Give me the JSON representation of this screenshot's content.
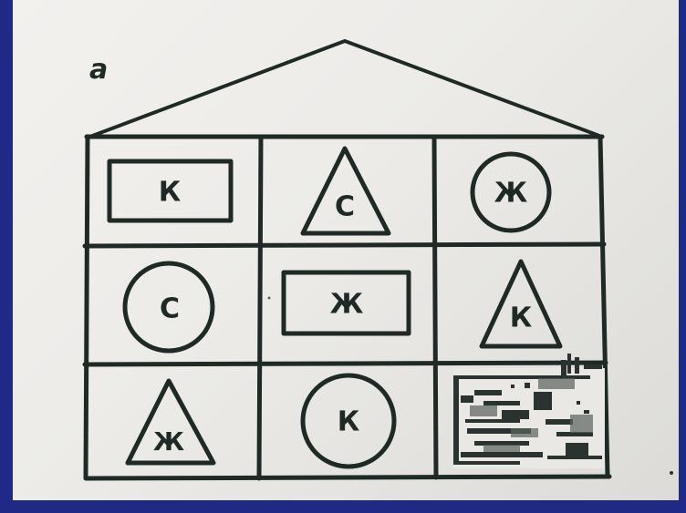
{
  "photo": {
    "corner_label": "a",
    "grid": [
      [
        {
          "shape": "rectangle",
          "letter": "К"
        },
        {
          "shape": "triangle",
          "letter": "С"
        },
        {
          "shape": "circle",
          "letter": "Ж"
        }
      ],
      [
        {
          "shape": "circle",
          "letter": "С"
        },
        {
          "shape": "rectangle",
          "letter": "Ж"
        },
        {
          "shape": "triangle",
          "letter": "К"
        }
      ],
      [
        {
          "shape": "triangle",
          "letter": "Ж"
        },
        {
          "shape": "circle",
          "letter": "К"
        },
        {
          "shape": "picture",
          "letter": ""
        }
      ]
    ],
    "colors": {
      "ink": "#1f2a27",
      "paper": "#efeeeb",
      "frame": "#1e2a86"
    }
  }
}
